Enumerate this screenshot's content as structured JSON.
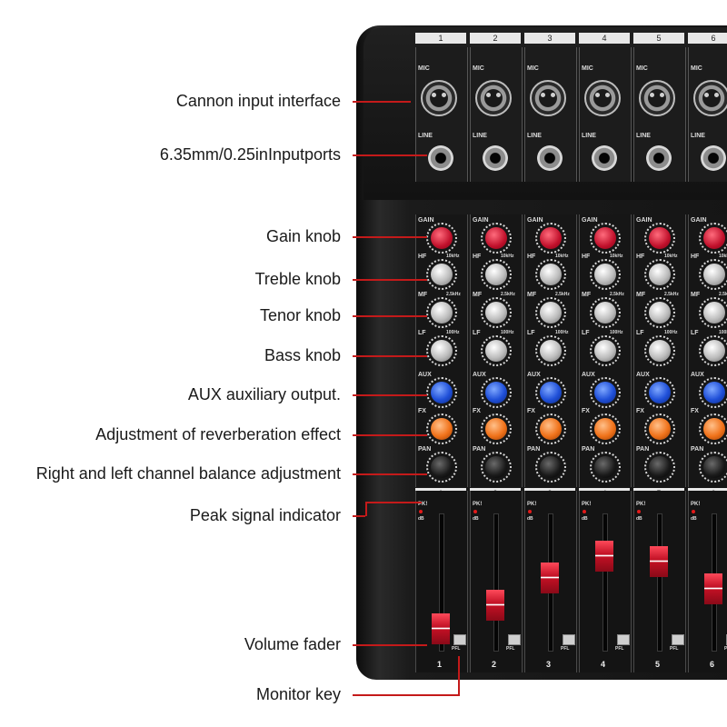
{
  "annotations": [
    {
      "id": "cannon",
      "text": "Cannon input interface"
    },
    {
      "id": "jack",
      "text": "6.35mm/0.25inInputports"
    },
    {
      "id": "gain",
      "text": "Gain knob"
    },
    {
      "id": "treble",
      "text": "Treble knob"
    },
    {
      "id": "tenor",
      "text": "Tenor knob"
    },
    {
      "id": "bass",
      "text": "Bass knob"
    },
    {
      "id": "aux",
      "text": "AUX auxiliary output."
    },
    {
      "id": "fx",
      "text": "Adjustment of reverberation effect"
    },
    {
      "id": "pan",
      "text": "Right and left channel balance adjustment"
    },
    {
      "id": "peak",
      "text": "Peak signal indicator"
    },
    {
      "id": "fader",
      "text": "Volume fader"
    },
    {
      "id": "monitor",
      "text": "Monitor key"
    }
  ],
  "mixer": {
    "channels": [
      "1",
      "2",
      "3",
      "4",
      "5",
      "6"
    ],
    "panel_text": {
      "mic": "MIC",
      "line": "LINE",
      "gain": "GAIN",
      "hf": "HF",
      "mf": "MF",
      "lf": "LF",
      "aux": "AUX",
      "fx": "FX",
      "pan": "PAN",
      "pk": "PK!",
      "pfl": "PFL",
      "db": "dB",
      "hf_freq": "10kHz",
      "mf_freq": "2.5kHz",
      "lf_freq": "100Hz"
    },
    "fader_levels": [
      0.08,
      0.3,
      0.55,
      0.75,
      0.7,
      0.45
    ],
    "colors": {
      "gain": "#c0102b",
      "eq": "#bcbcbc",
      "aux": "#1f4fd8",
      "fx": "#f0721a",
      "pan": "#1a1a1a",
      "leader": "#c41a1a"
    }
  }
}
